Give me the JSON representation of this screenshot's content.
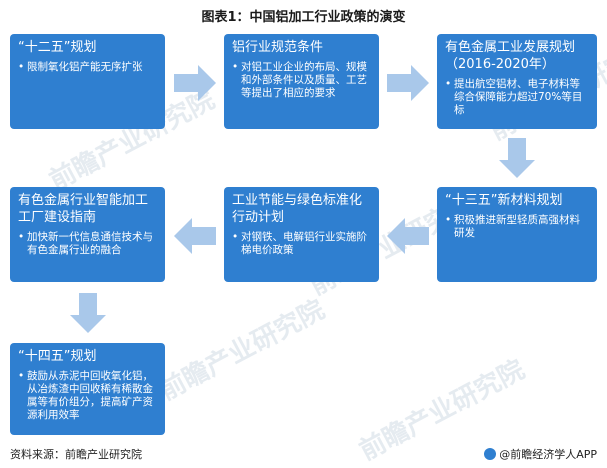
{
  "title": "图表1：中国铝加工行业政策的演变",
  "watermark": "前瞻产业研究院",
  "boxes": [
    {
      "head": "“十二五”规划",
      "body": "限制氧化铝产能无序扩张"
    },
    {
      "head": "铝行业规范条件",
      "body": "对铝工业企业的布局、规模和外部条件以及质量、工艺等提出了相应的要求"
    },
    {
      "head": "有色金属工业发展规划（2016-2020年）",
      "body": "提出航空铝材、电子材料等综合保障能力超过70%等目标"
    },
    {
      "head": "“十三五”新材料规划",
      "body": "积极推进新型轻质高强材料研发"
    },
    {
      "head": "工业节能与绿色标准化行动计划",
      "body": "对钢铁、电解铝行业实施阶梯电价政策"
    },
    {
      "head": "有色金属行业智能加工工厂建设指南",
      "body": "加快新一代信息通信技术与有色金属行业的融合"
    },
    {
      "head": "“十四五”规划",
      "body": "鼓励从赤泥中回收氧化铝，从冶炼渣中回收稀有稀散金属等有价组分，提高矿产资源利用效率"
    }
  ],
  "footer": {
    "source": "资料来源：前瞻产业研究院",
    "brand": "@前瞻经济学人APP"
  },
  "colors": {
    "box": "#2f7fd0",
    "arrow": "#a9c8ea"
  }
}
